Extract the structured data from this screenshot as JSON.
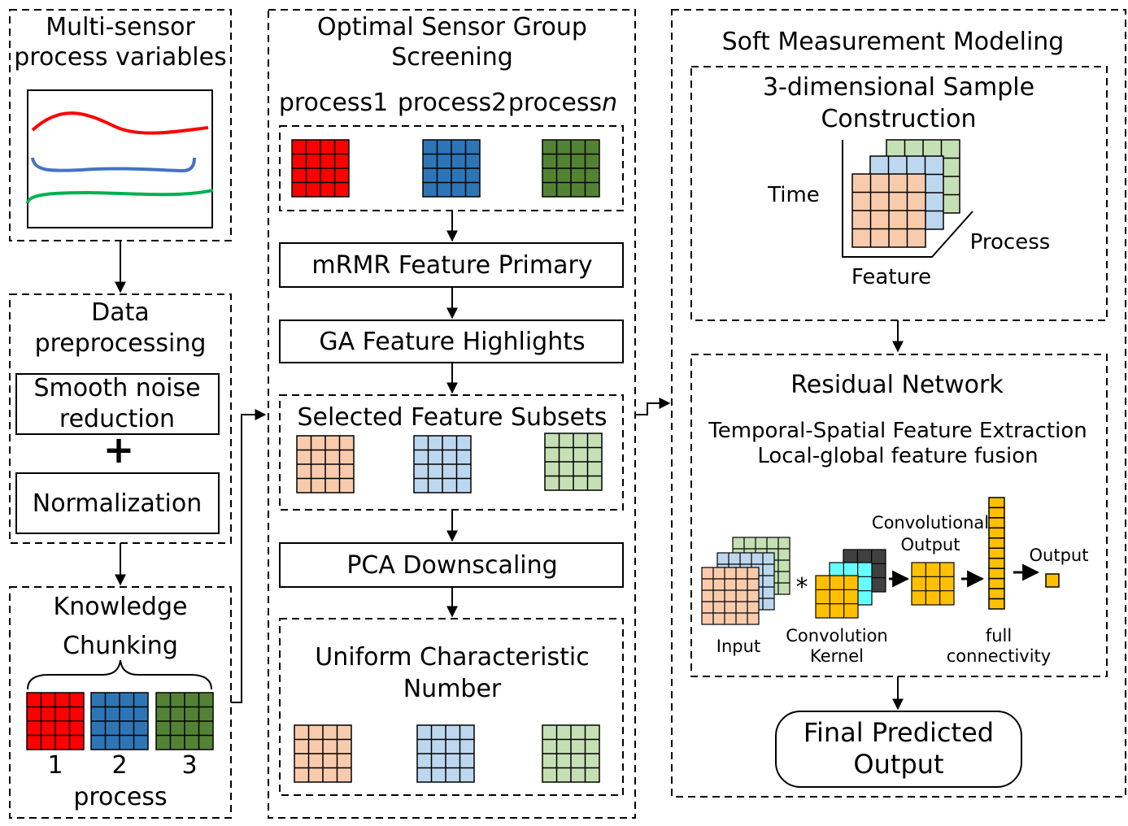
{
  "col1": {
    "title": [
      "Multi-sensor",
      "process variables"
    ],
    "preprocess_title": [
      "Data",
      "preprocessing"
    ],
    "smooth": [
      "Smooth noise",
      "reduction"
    ],
    "plus": "+",
    "normalization": "Normalization",
    "chunk_title": [
      "Knowledge",
      "Chunking"
    ],
    "chunk_numbers": [
      "1",
      "2",
      "3"
    ],
    "process_label": "process",
    "curve_colors": [
      "#ff0000",
      "#4472c4",
      "#00b050"
    ]
  },
  "col2": {
    "title": [
      "Optimal Sensor Group",
      "Screening"
    ],
    "process_labels": [
      "process1",
      "process2",
      "process"
    ],
    "process_n": "n",
    "mrmr": "mRMR Feature Primary",
    "ga": "GA Feature Highlights",
    "selected": "Selected Feature Subsets",
    "pca": "PCA Downscaling",
    "uniform": [
      "Uniform Characteristic",
      "Number"
    ]
  },
  "col3": {
    "title": "Soft Measurement Modeling",
    "sample_title": [
      "3-dimensional Sample",
      "Construction"
    ],
    "time": "Time",
    "process": "Process",
    "feature": "Feature",
    "resnet_title": "Residual Network",
    "resnet_lines": [
      "Temporal-Spatial Feature Extraction",
      "Local-global feature fusion"
    ],
    "conv_output": [
      "Convolutional",
      "Output"
    ],
    "output": "Output",
    "input": "Input",
    "star": "*",
    "kernel": [
      "Convolution",
      "Kernel"
    ],
    "full": [
      "full",
      "connectivity"
    ],
    "final": [
      "Final Predicted",
      "Output"
    ]
  },
  "colors": {
    "red": "#ff0000",
    "blue": "#2e75b6",
    "green": "#548235",
    "peach": "#f8cbad",
    "lightblue": "#bdd7ee",
    "lightgreen": "#c5e0b4",
    "gold": "#ffc000",
    "cyan": "#66ffff",
    "dark": "#404040"
  }
}
